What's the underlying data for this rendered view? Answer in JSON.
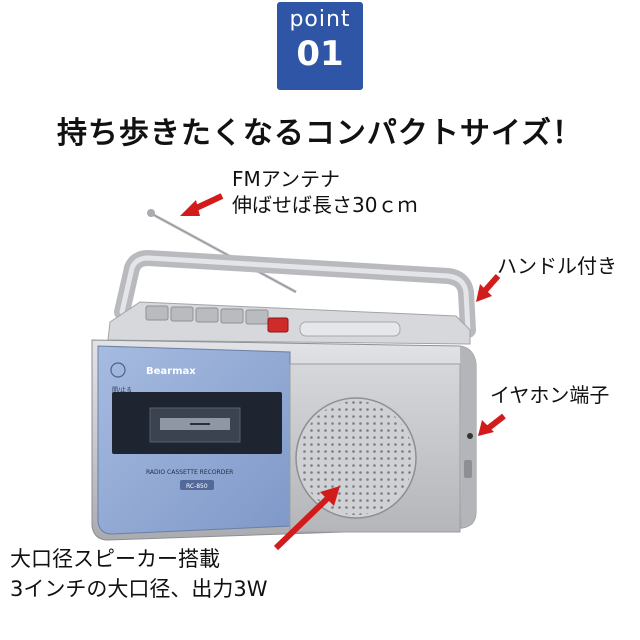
{
  "badge": {
    "word": "point",
    "number": "01"
  },
  "headline": "持ち歩きたくなるコンパクトサイズ！",
  "callouts": {
    "antenna": {
      "line1": "FMアンテナ",
      "line2": "伸ばせば長さ30ｃｍ"
    },
    "handle": "ハンドル付き",
    "earphone": "イヤホン端子",
    "speaker": {
      "line1": "大口径スピーカー搭載",
      "line2": "3インチの大口径、出力3W"
    }
  },
  "product": {
    "brand": "Bearmax",
    "panel_label": "RADIO CASSETTE RECORDER",
    "model": "RC-850",
    "stop_label": "開/止る"
  },
  "colors": {
    "badge": "#2f56a6",
    "arrow": "#d21c1c",
    "panel": "#8ea6d2",
    "body": "#c9cbcf"
  }
}
